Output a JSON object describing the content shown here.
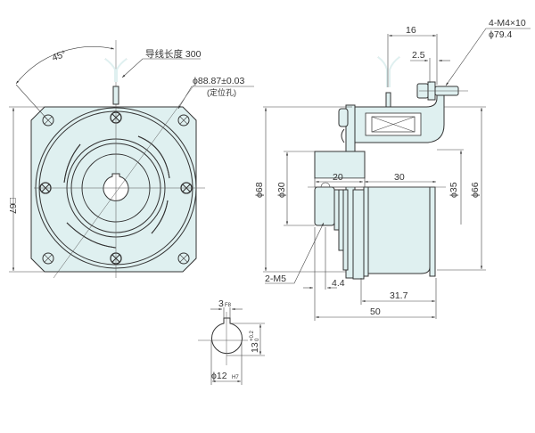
{
  "drawing": {
    "title": "Electromagnetic brake dimension drawing",
    "colors": {
      "part_fill": "#dff0f0",
      "line": "#333333",
      "background": "#ffffff"
    },
    "front_view": {
      "angle_label": "45°",
      "lead_wire_label": "导线长度 300",
      "pilot_diameter_label": "ϕ88.87±0.03",
      "pilot_note": "(定位孔)",
      "square_size_label": "□67"
    },
    "side_view": {
      "dim_16": "16",
      "dim_2_5": "2.5",
      "bolt_spec": "4-M4×10",
      "bolt_pcd": "ϕ79.4",
      "dia_68": "ϕ68",
      "dia_30": "ϕ30",
      "dim_20": "20",
      "dim_30": "30",
      "dia_35": "ϕ35",
      "dia_66": "ϕ66",
      "screw_label": "2-M5",
      "dim_4_4": "4.4",
      "dim_31_7": "31.7",
      "dim_50": "50"
    },
    "bore_detail": {
      "key_width": "3",
      "key_width_tol": "F8",
      "key_height": "13",
      "key_height_tol_upper": "+0.2",
      "key_height_tol_lower": "0",
      "bore_dia": "ϕ12",
      "bore_tol": "H7"
    }
  }
}
